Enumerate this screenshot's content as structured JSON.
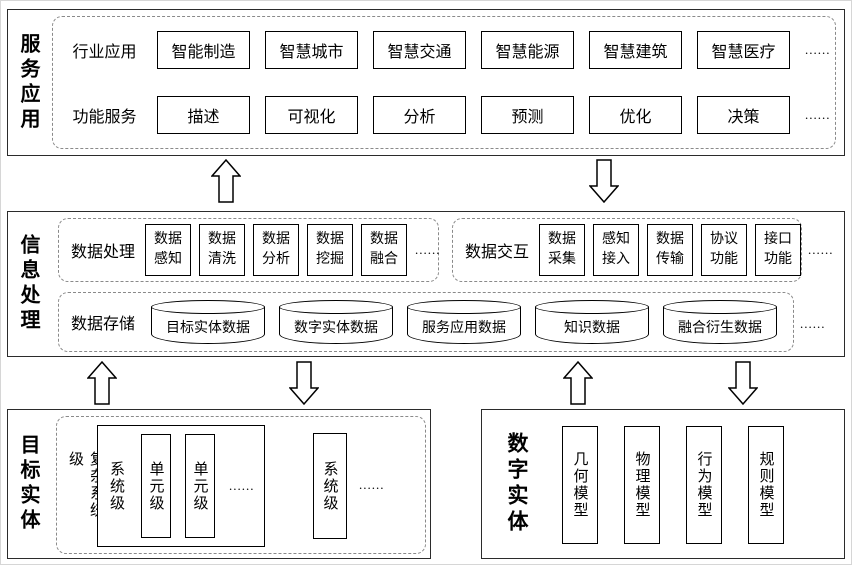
{
  "service_layer": {
    "label": "服务应用",
    "industry_row": {
      "label": "行业应用",
      "items": [
        "智能制造",
        "智慧城市",
        "智慧交通",
        "智慧能源",
        "智慧建筑",
        "智慧医疗"
      ],
      "more": "......"
    },
    "function_row": {
      "label": "功能服务",
      "items": [
        "描述",
        "可视化",
        "分析",
        "预测",
        "优化",
        "决策"
      ],
      "more": "......"
    }
  },
  "info_layer": {
    "label": "信息处理",
    "processing": {
      "label": "数据处理",
      "items": [
        "数据感知",
        "数据清洗",
        "数据分析",
        "数据挖掘",
        "数据融合"
      ],
      "more": "......"
    },
    "interaction": {
      "label": "数据交互",
      "items": [
        "数据采集",
        "感知接入",
        "数据传输",
        "协议功能",
        "接口功能"
      ],
      "more": "......"
    },
    "storage": {
      "label": "数据存储",
      "items": [
        "目标实体数据",
        "数字实体数据",
        "服务应用数据",
        "知识数据",
        "融合衍生数据"
      ],
      "more": "......"
    }
  },
  "target_layer": {
    "label": "目标实体",
    "complex_label": "复杂系统级",
    "system_group": {
      "label": "系统级",
      "units": [
        "单元级",
        "单元级"
      ],
      "more": "......"
    },
    "system_box": "系统级",
    "more": "......"
  },
  "digital_layer": {
    "label": "数字实体",
    "models": [
      "几何模型",
      "物理模型",
      "行为模型",
      "规则模型"
    ]
  }
}
